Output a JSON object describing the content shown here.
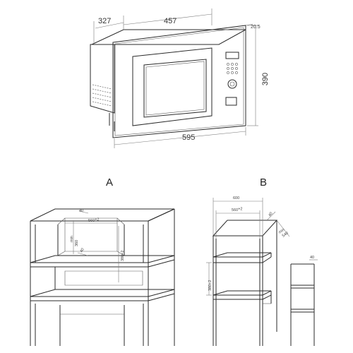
{
  "oven": {
    "dims": {
      "depth": "327",
      "width_body": "457",
      "front_thickness": "20.5",
      "height": "390",
      "width_total": "595"
    }
  },
  "cabinet_a": {
    "label": "A",
    "dims": {
      "top_depth": "40",
      "width": "560",
      "width_sup": "+2",
      "height_min_label": "min",
      "height_min_value": "360",
      "vertical": "380+2",
      "bottom_depth": "40"
    }
  },
  "cabinet_b": {
    "label": "B",
    "dims": {
      "outer": "600",
      "width": "560",
      "width_sup": "+2",
      "side": "40",
      "depth_min_label": "min",
      "depth_min_value": "540",
      "height": "380+2",
      "side_detail": "40"
    }
  }
}
